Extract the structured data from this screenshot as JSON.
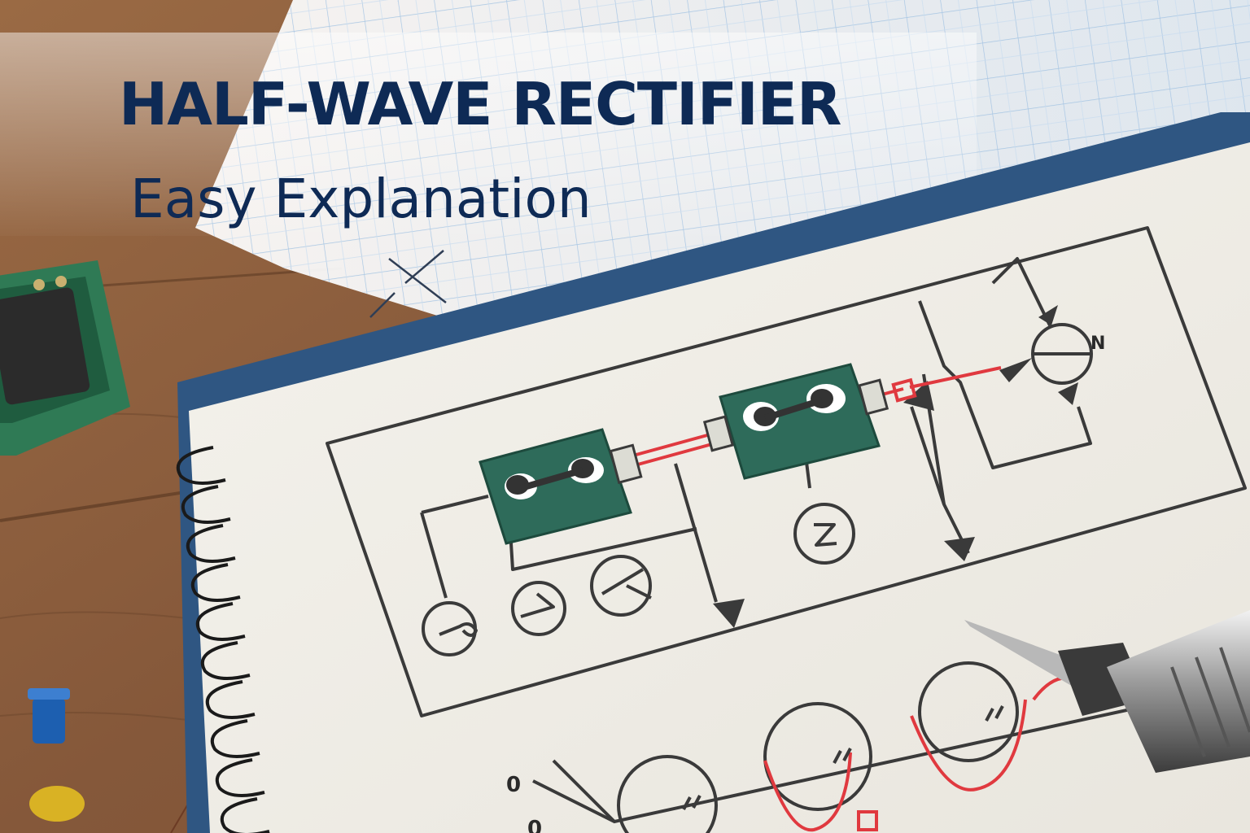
{
  "heading": {
    "title": "HALF-WAVE RECTIFIER",
    "subtitle": "Easy Explanation"
  },
  "diagram": {
    "axis_label_top": "0",
    "axis_label_bottom": "0",
    "component_mark": "N"
  },
  "colors": {
    "title": "#0e2a55",
    "wood": "#8c5e3c",
    "paper": "#f1efe8",
    "notebook_cover": "#2f5682",
    "component_green": "#2e6b5a",
    "signal_red": "#e0393f",
    "line": "#3a3a3a"
  }
}
